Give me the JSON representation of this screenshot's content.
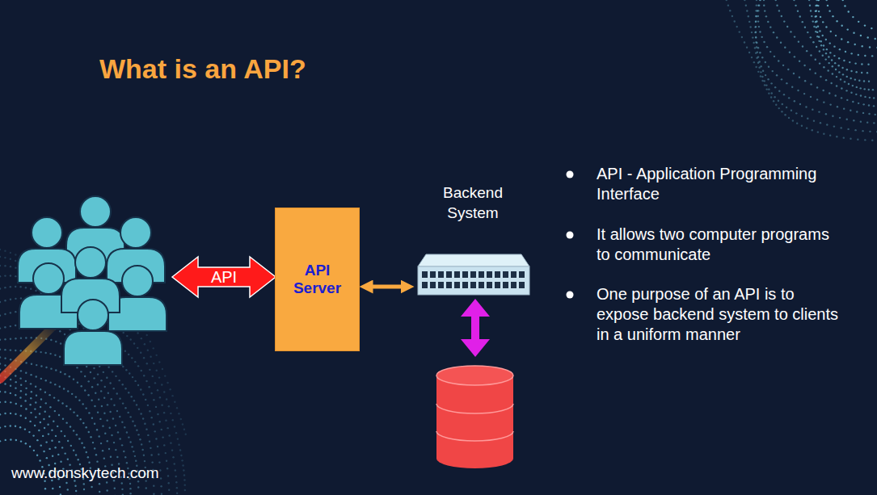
{
  "diagram": {
    "title": "What is an API?",
    "nodes": [
      {
        "text": [
          "API Server"
        ]
      },
      {
        "text": [
          "Backend System"
        ]
      }
    ],
    "edges": [
      {
        "from": 0,
        "to": 1,
        "arrow": "both"
      }
    ],
    "labels": [
      "API",
      "API - Application Programming Interface",
      "It allows two computer programs to communicate",
      "One purpose of an API is to expose backend system to clients in a uniform manner",
      "www.donskytech.com"
    ]
  }
}
